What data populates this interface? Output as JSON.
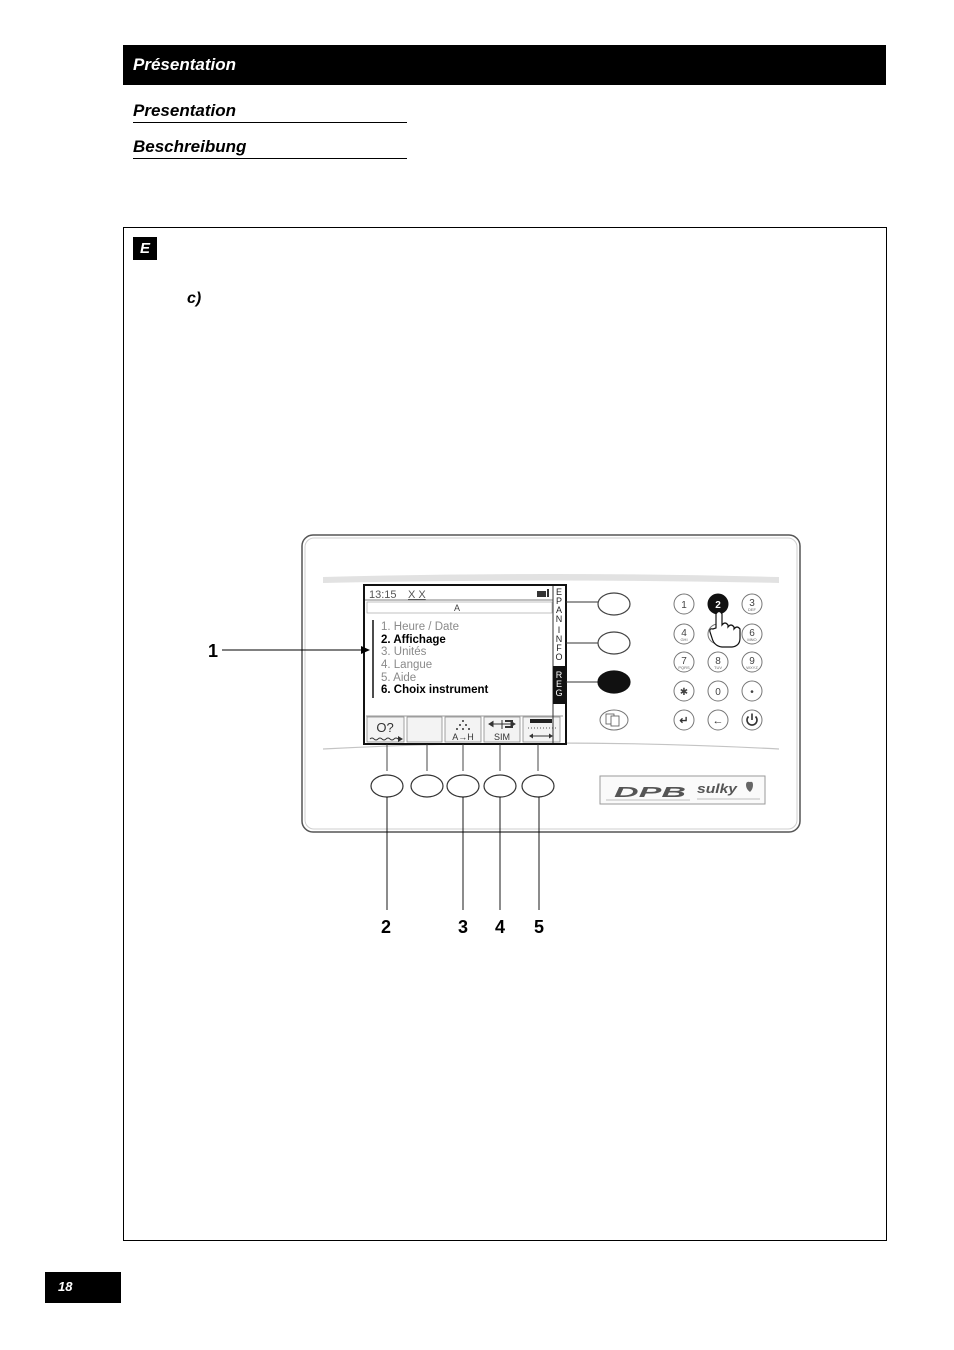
{
  "header": {
    "title": "Présentation"
  },
  "headings": {
    "english": "Presentation",
    "german": "Beschreibung"
  },
  "section": {
    "badge": "E",
    "item_label": "c)"
  },
  "figure": {
    "screen": {
      "time": "13:15",
      "status": "X X",
      "mode": "A",
      "menu": [
        {
          "label": "1. Heure / Date",
          "active": false
        },
        {
          "label": "2. Affichage",
          "active": true
        },
        {
          "label": "3. Unités",
          "active": false
        },
        {
          "label": "4. Langue",
          "active": false
        },
        {
          "label": "5. Aide",
          "active": false
        },
        {
          "label": "6. Choix instrument",
          "active": true
        }
      ],
      "softkeys": [
        {
          "top": "O?",
          "bottom": "",
          "icon": "wavy-arrow-icon"
        },
        {
          "top": "",
          "bottom": ""
        },
        {
          "top": "",
          "bottom": "A→H",
          "icon": "spread-dots-icon"
        },
        {
          "top": "",
          "bottom": "SIM",
          "icon": "width-bar-icon"
        },
        {
          "top": "",
          "bottom": "",
          "icon": "hopper-spread-icon"
        }
      ]
    },
    "tabs": [
      {
        "letters": [
          "E",
          "P",
          "A",
          "N"
        ],
        "selected": false
      },
      {
        "letters": [
          "I",
          "N",
          "F",
          "O"
        ],
        "selected": false
      },
      {
        "letters": [
          "R",
          "E",
          "G"
        ],
        "selected": true
      }
    ],
    "side_buttons": [
      {
        "pressed": false
      },
      {
        "pressed": false
      },
      {
        "pressed": true
      },
      {
        "icon": "pages-icon"
      }
    ],
    "keypad": [
      [
        {
          "digit": "1",
          "letters": ""
        },
        {
          "digit": "2",
          "letters": "",
          "pressed": true
        },
        {
          "digit": "3",
          "letters": "DEF"
        }
      ],
      [
        {
          "digit": "4",
          "letters": "GHI"
        },
        {
          "digit": "",
          "letters": ""
        },
        {
          "digit": "6",
          "letters": "MNO"
        }
      ],
      [
        {
          "digit": "7",
          "letters": "PQRS"
        },
        {
          "digit": "8",
          "letters": "TUV"
        },
        {
          "digit": "9",
          "letters": "WXYZ"
        }
      ],
      [
        {
          "digit": "✱",
          "letters": ""
        },
        {
          "digit": "0",
          "letters": ""
        },
        {
          "digit": "•",
          "letters": ""
        }
      ],
      [
        {
          "icon": "enter-icon",
          "glyph": "↵"
        },
        {
          "icon": "back-icon",
          "glyph": "←"
        },
        {
          "icon": "power-icon"
        }
      ]
    ],
    "logo": {
      "brand": "DPB",
      "maker": "sulky"
    },
    "callouts": [
      "1",
      "2",
      "3",
      "4",
      "5"
    ]
  },
  "page_number": "18",
  "colors": {
    "header_bg": "#000000",
    "menu_active": "#000000",
    "menu_inactive": "#8a8a8a",
    "pressed_key": "#111111"
  }
}
